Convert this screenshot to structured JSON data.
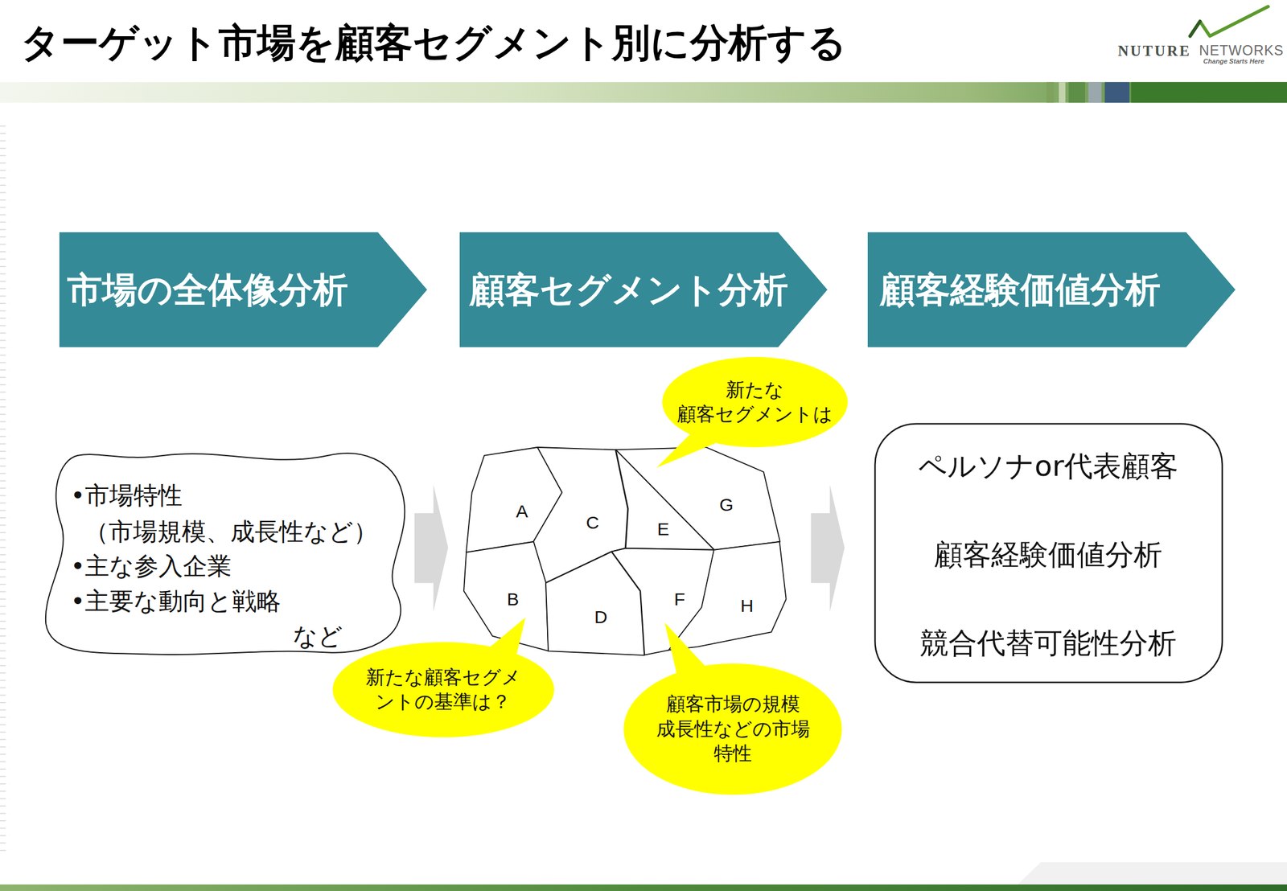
{
  "diagram": {
    "title": "ターゲット市場を顧客セグメント別に分析する",
    "nodes": [
      {
        "text": [
          "市場の全体像分析"
        ]
      },
      {
        "text": [
          "顧客セグメント分析"
        ]
      },
      {
        "text": [
          "顧客経験価値分析"
        ]
      },
      {
        "text": [
          "新たな 顧客セグメントは"
        ]
      },
      {
        "text": [
          "•市場特性",
          "（市場規模、成長性など）",
          "•主な参入企業",
          "•主要な動向と戦略",
          "など"
        ]
      },
      {
        "text": [
          "A"
        ]
      },
      {
        "text": [
          "C"
        ]
      },
      {
        "text": [
          "E"
        ]
      },
      {
        "text": [
          "G"
        ]
      },
      {
        "text": [
          "B"
        ]
      },
      {
        "text": [
          "D"
        ]
      },
      {
        "text": [
          "F"
        ]
      },
      {
        "text": [
          "H"
        ]
      },
      {
        "text": [
          "ペルソナor代表顧客",
          "顧客経験価値分析",
          "競合代替可能性分析"
        ]
      },
      {
        "text": [
          "新たな顧客セグメ ントの基準は？"
        ]
      },
      {
        "text": [
          "顧客市場の規模 成長性などの市場 特性"
        ]
      }
    ],
    "labels": [
      "NUTURE",
      "NETWORKS",
      "Change Starts Here"
    ]
  }
}
